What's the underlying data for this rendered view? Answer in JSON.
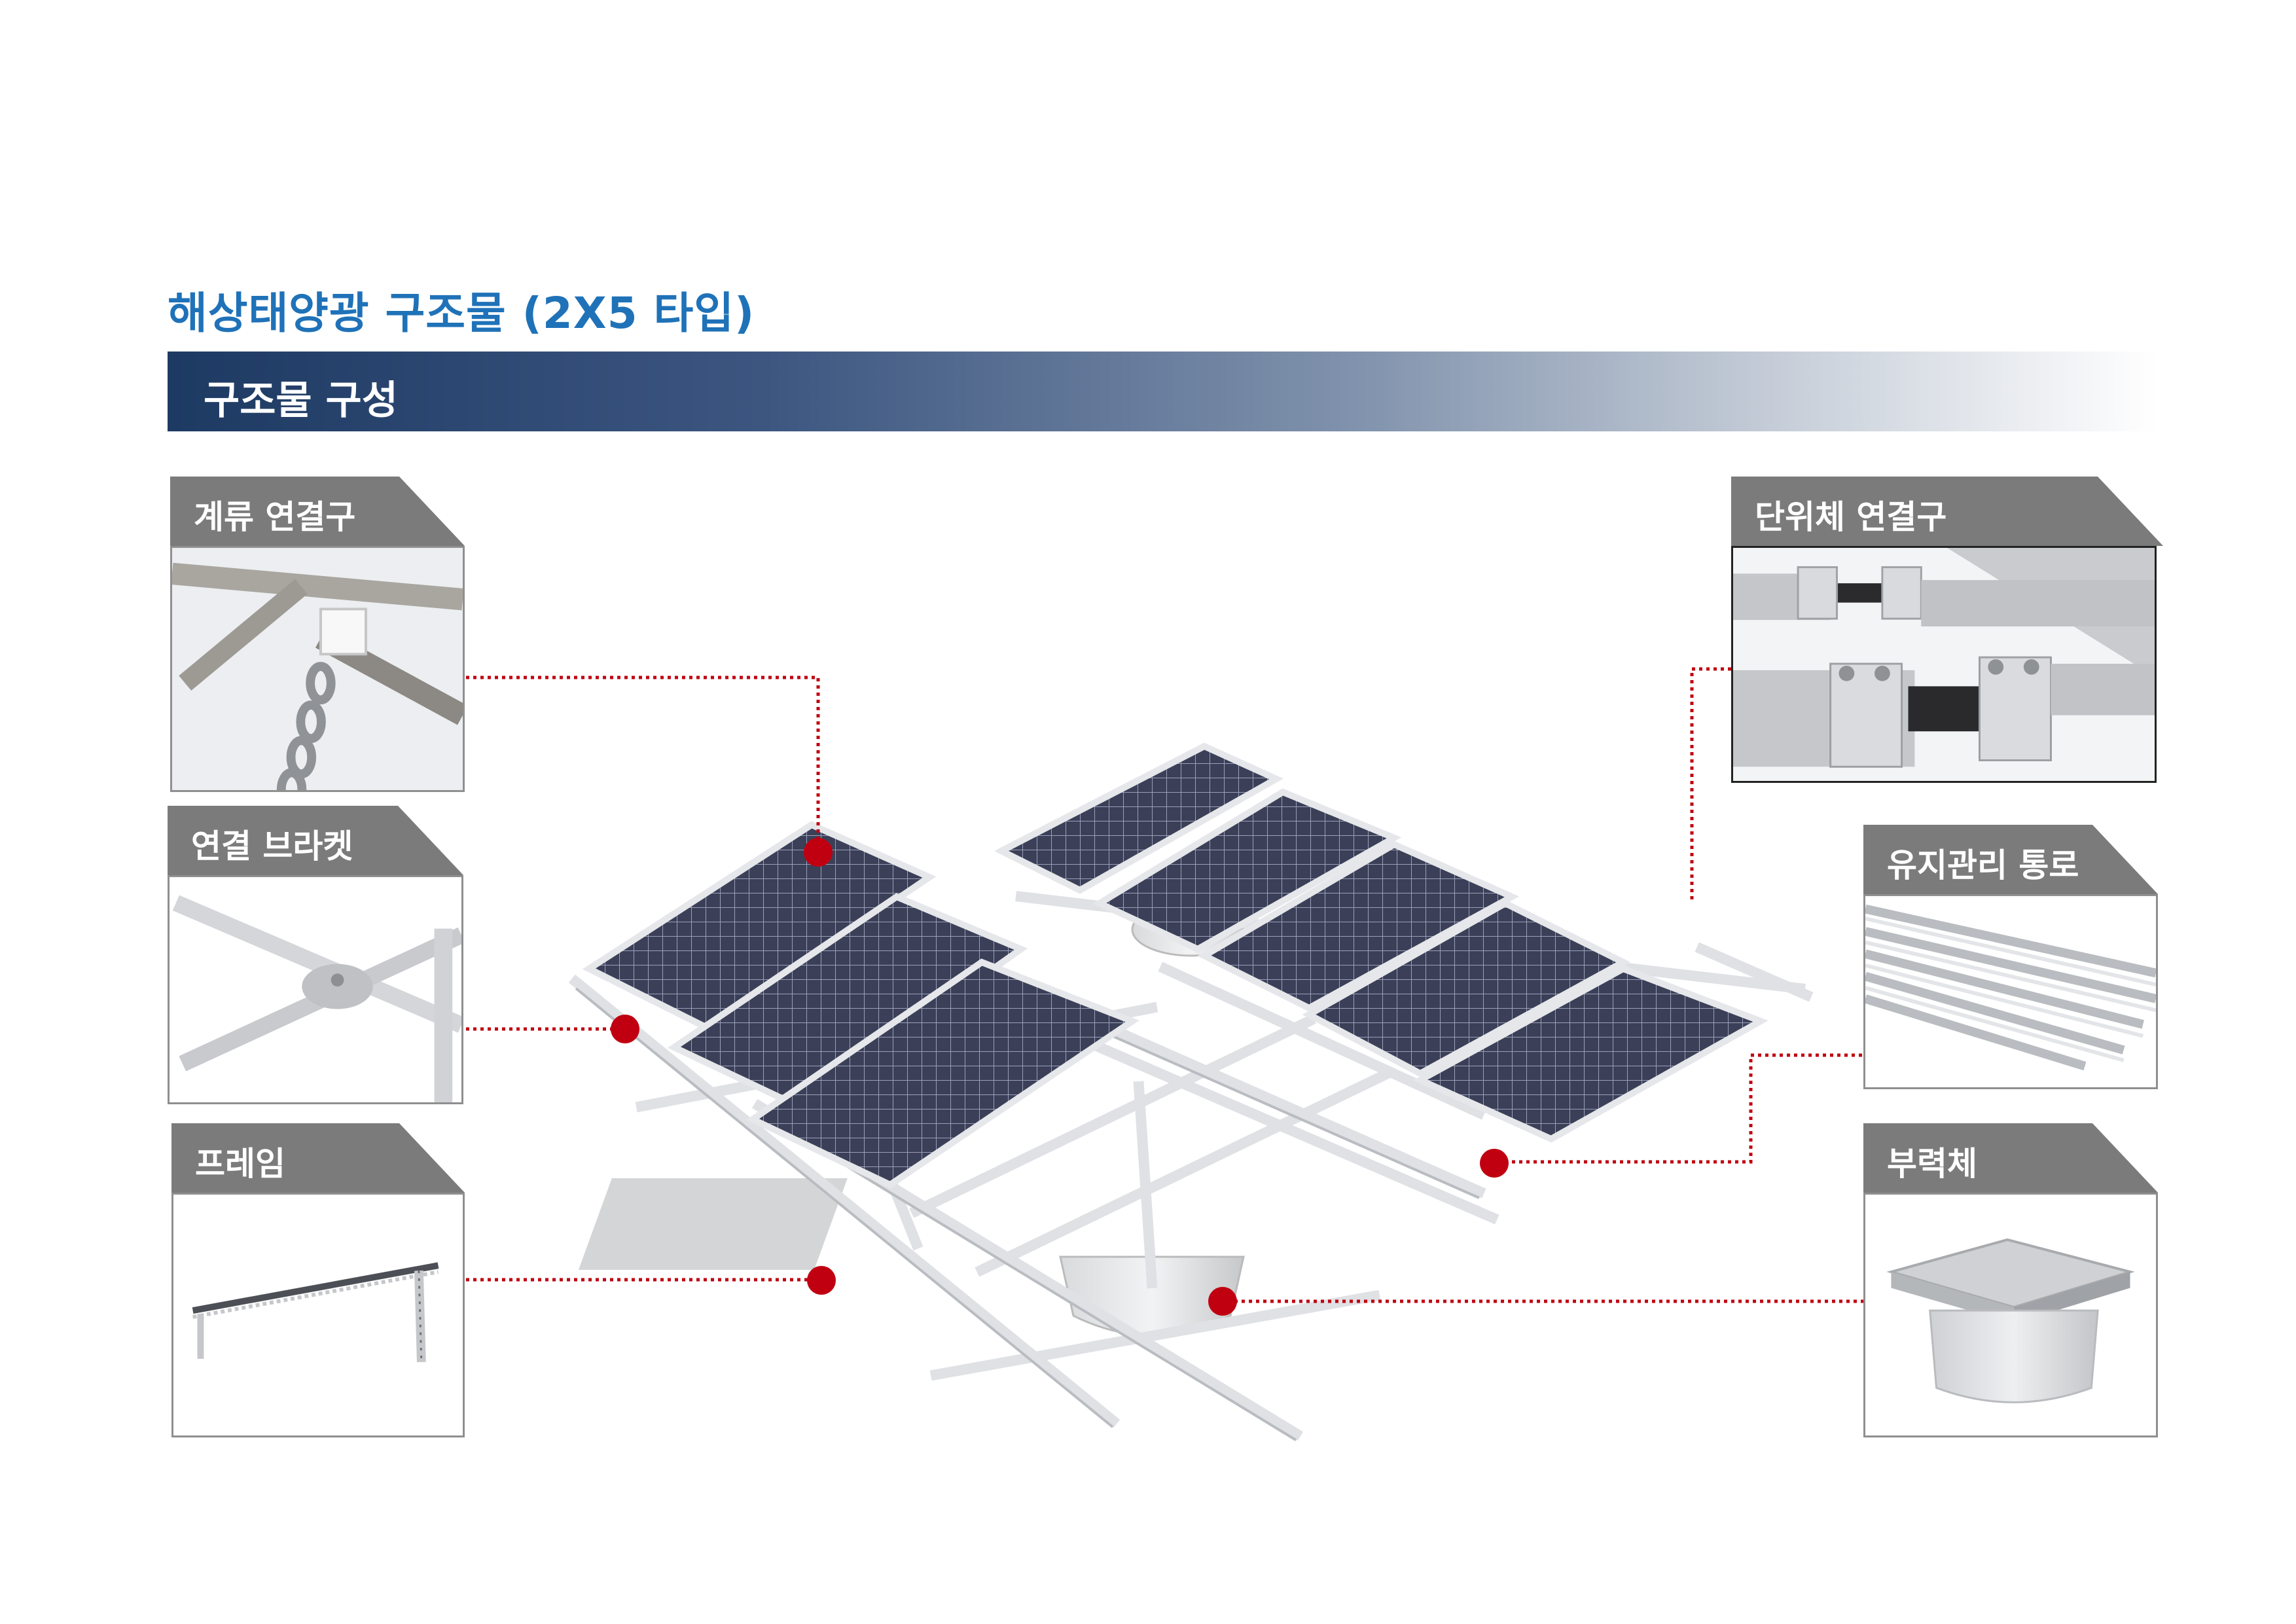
{
  "page": {
    "title": "해상태양광 구조물 (2X5 타입)",
    "section_title": "구조물 구성"
  },
  "callouts": {
    "mooring_connector": {
      "label": "계류 연결구"
    },
    "connection_bracket": {
      "label": "연결 브라켓"
    },
    "frame": {
      "label": "프레임"
    },
    "unit_connector": {
      "label": "단위체 연결구"
    },
    "maintenance_walkway": {
      "label": "유지관리 통로"
    },
    "buoy": {
      "label": "부력체"
    }
  },
  "colors": {
    "title_blue": "#1f72b8",
    "bar_dark": "#1d3a63",
    "tab_gray": "#7b7b7b",
    "marker_red": "#c00010",
    "panel_dark": "#3a3f55"
  }
}
